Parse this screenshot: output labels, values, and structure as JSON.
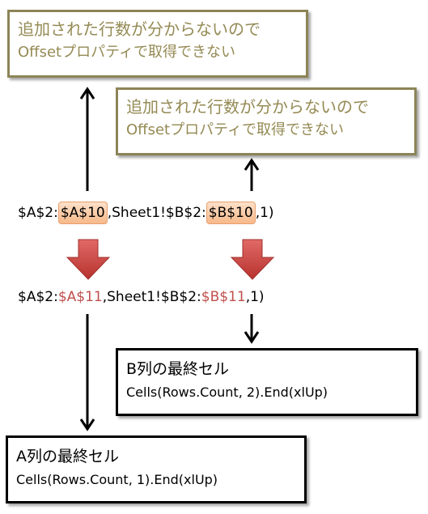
{
  "note_top_left": {
    "line1": "追加された行数が分からないので",
    "line2": "Offsetプロパティで取得できない"
  },
  "note_top_right": {
    "line1": "追加された行数が分からないので",
    "line2": "Offsetプロパティで取得できない"
  },
  "formula_before": {
    "part1": "$A$2:",
    "hl1": "$A$10",
    "part2": ",Sheet1!$B$2:",
    "hl2": "$B$10",
    "part3": ",1)"
  },
  "formula_after": {
    "part1": "$A$2:",
    "red1": "$A$11",
    "part2": ",Sheet1!$B$2:",
    "red2": "$B$11",
    "part3": ",1)"
  },
  "b_box": {
    "title": "B列の最終セル",
    "code": "Cells(Rows.Count, 2).End(xlUp)"
  },
  "a_box": {
    "title": "A列の最終セル",
    "code": "Cells(Rows.Count, 1).End(xlUp)"
  },
  "colors": {
    "note_border": "#8c8457",
    "note_text": "#948a54",
    "highlight_fill": "#f7b98a",
    "changed_text": "#c0504d",
    "down_arrow": "#c0504d"
  }
}
